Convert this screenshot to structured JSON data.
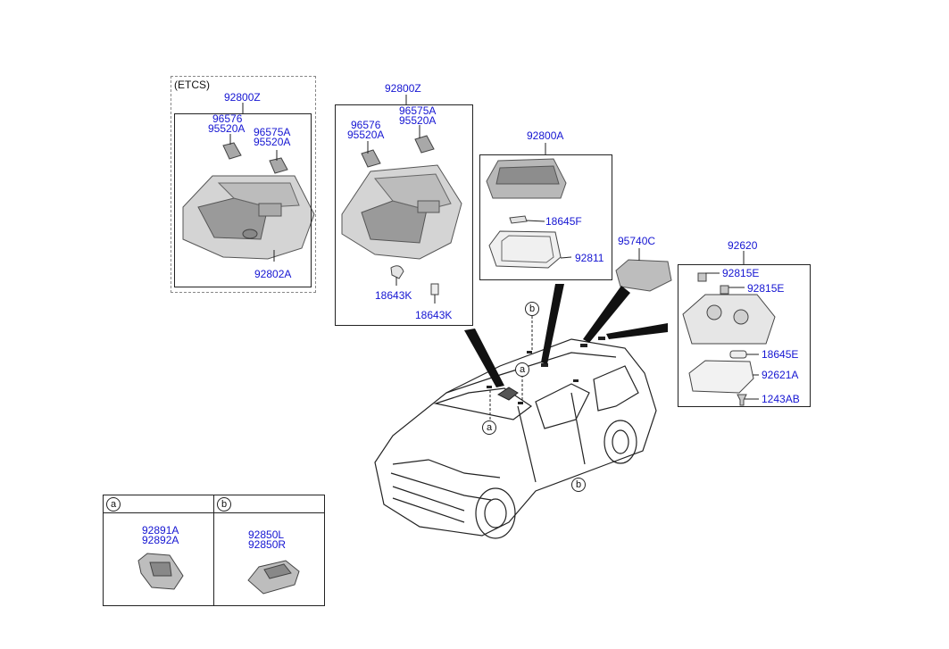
{
  "colors": {
    "part_number": "#1515d2",
    "text": "#111111",
    "line": "#222222",
    "part_fill": "#c9c9c9",
    "part_dark": "#8a8a8a"
  },
  "etcs_label": "(ETCS)",
  "group_etcs": {
    "assembly": "92800Z",
    "part_a1": "96576",
    "part_a2": "95520A",
    "part_b1": "96575A",
    "part_b2": "95520A",
    "lens": "92802A"
  },
  "group_std": {
    "assembly": "92800Z",
    "part_a1": "96576",
    "part_a2": "95520A",
    "part_b1": "96575A",
    "part_b2": "95520A",
    "bulb_a": "18643K",
    "bulb_b": "18643K"
  },
  "group_rear": {
    "assembly": "92800A",
    "bulb": "18645F",
    "lens": "92811"
  },
  "group_cover": {
    "part": "95740C"
  },
  "group_room": {
    "assembly": "92620",
    "socket_a": "92815E",
    "socket_b": "92815E",
    "bulb": "18645E",
    "lens": "92621A",
    "screw": "1243AB"
  },
  "callouts": {
    "a": "a",
    "b": "b"
  },
  "legend": {
    "a": {
      "key": "a",
      "part1": "92891A",
      "part2": "92892A"
    },
    "b": {
      "key": "b",
      "part1": "92850L",
      "part2": "92850R"
    }
  }
}
